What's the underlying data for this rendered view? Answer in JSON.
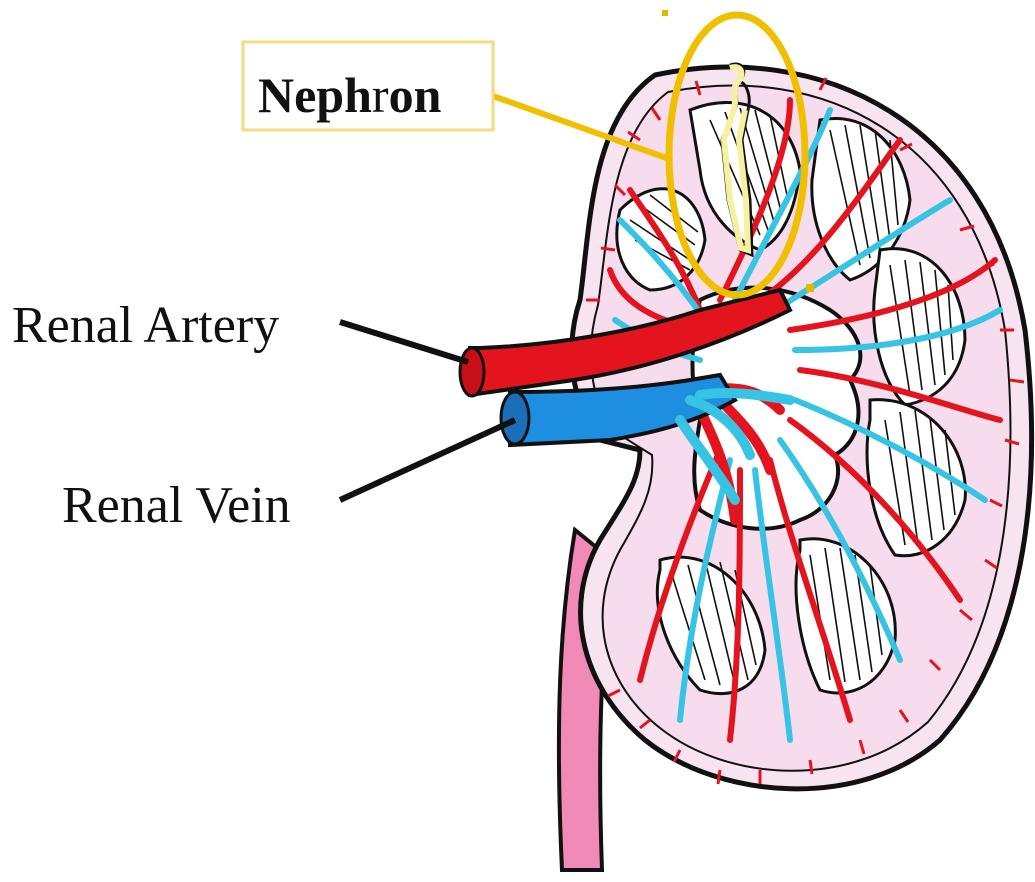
{
  "labels": {
    "nephron": {
      "part1": "Neph",
      "part2": "r",
      "part3": "on"
    },
    "renal_artery": "Renal Artery",
    "renal_vein": "Renal Vein"
  },
  "colors": {
    "artery": "#e3141e",
    "vein": "#1e8fe0",
    "vein_light": "#37c3e3",
    "cortex": "#f6dcec",
    "outline": "#111111",
    "ureter": "#f080b0",
    "nephron_highlight": "#f0c000",
    "nephron_tubule": "#f4f1a0"
  }
}
